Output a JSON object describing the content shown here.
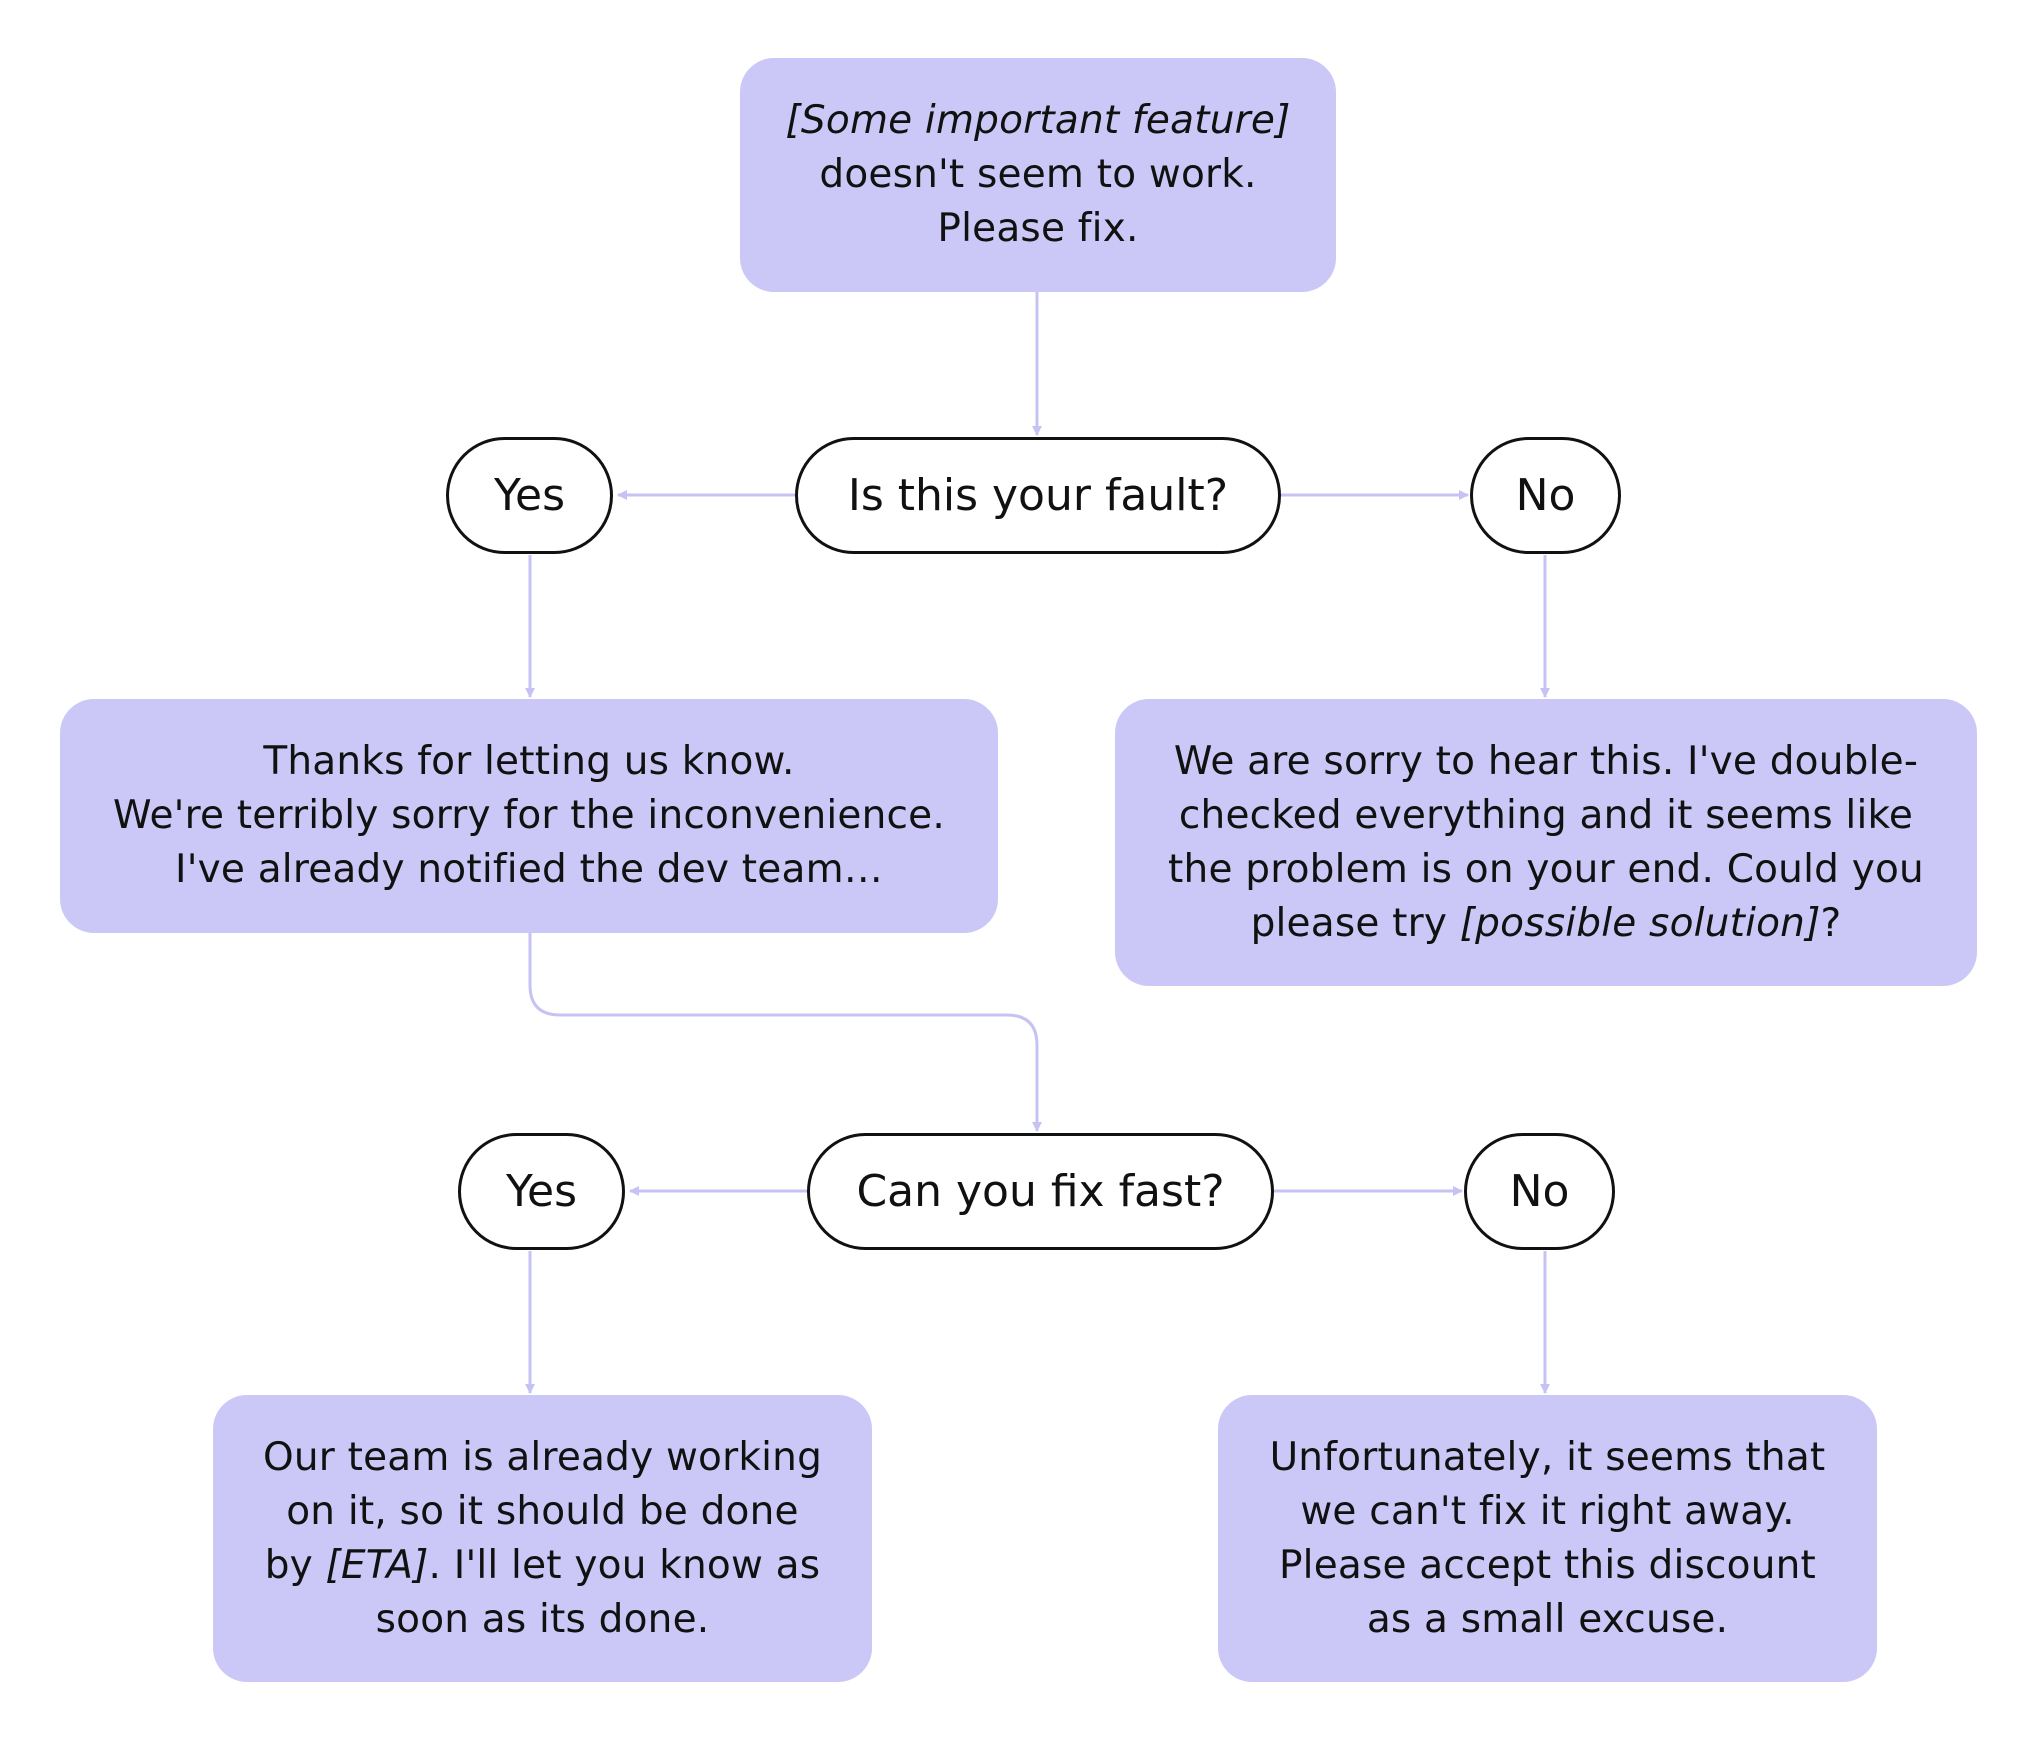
{
  "colors": {
    "box_fill": "#cbc8f7",
    "connector": "#c6c3f4",
    "pill_border": "#111111",
    "text": "#111111"
  },
  "start": {
    "line1_italic": "[Some important feature]",
    "line2": "doesn't seem to work.",
    "line3": "Please fix."
  },
  "question1": {
    "label": "Is this your fault?",
    "yes_label": "Yes",
    "no_label": "No"
  },
  "reply_yes_fault": {
    "line1": "Thanks for letting us know.",
    "line2": "We're terribly sorry for the inconvenience.",
    "line3": "I've already notified the dev team…"
  },
  "reply_no_fault": {
    "line1": "We are sorry to hear this. I've double-",
    "line2": "checked everything and it seems like",
    "line3": "the problem is on your end. Could you",
    "line4_prefix": "please try ",
    "line4_italic": "[possible solution]",
    "line4_suffix": "?"
  },
  "question2": {
    "label": "Can you fix fast?",
    "yes_label": "Yes",
    "no_label": "No"
  },
  "reply_fix_fast": {
    "line1": "Our team is already working",
    "line2": "on it, so it should be done",
    "line3_prefix": "by ",
    "line3_italic": "[ETA]",
    "line3_suffix": ". I'll let you know as",
    "line4": "soon as its done."
  },
  "reply_cannot_fix": {
    "line1": "Unfortunately, it seems that",
    "line2": "we can't fix it right away.",
    "line3": "Please accept this discount",
    "line4": "as a small excuse."
  }
}
